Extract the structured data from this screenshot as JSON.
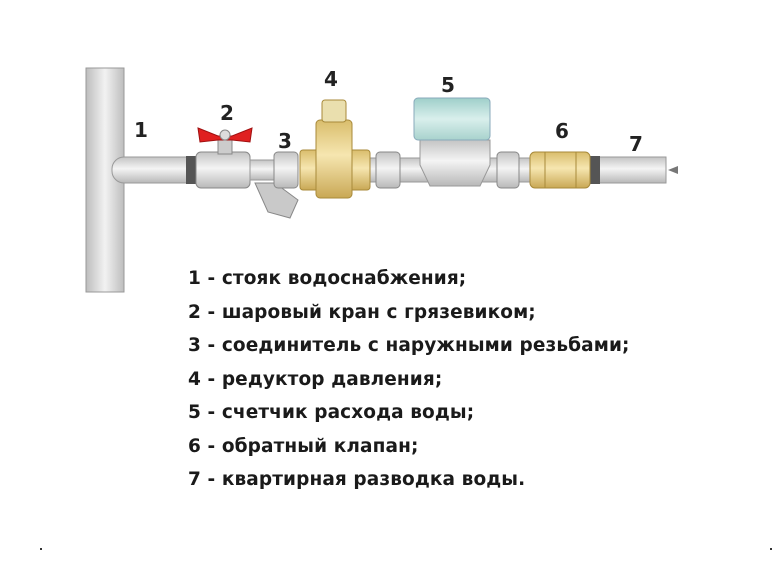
{
  "labels": [
    "1",
    "2",
    "3",
    "4",
    "5",
    "6",
    "7"
  ],
  "legend": [
    "1 - стояк водоснабжения;",
    "2 - шаровый кран с грязевиком;",
    "3 - соединитель с наружными резьбами;",
    "4 - редуктор давления;",
    "5 - счетчик расхода воды;",
    "6 - обратный клапан;",
    "7 - квартирная разводка воды."
  ],
  "colors": {
    "pipe": "#d8d8d8",
    "brass": "#e6cf8c",
    "handle": "#e02020",
    "meter_top": "#bfe0dc"
  }
}
